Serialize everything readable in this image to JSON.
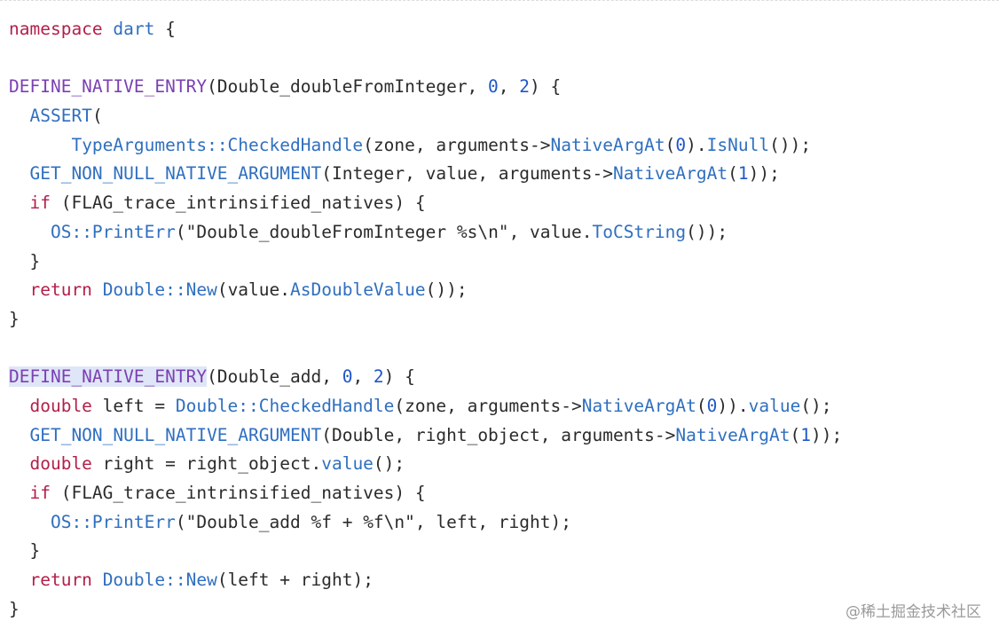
{
  "watermark": "@稀土掘金技术社区",
  "selected_line": 12,
  "colors": {
    "keyword": "#b3204a",
    "function": "#2f6fbf",
    "macro": "#7b3fb3",
    "number": "#1f57c8",
    "plain": "#2b2b2b",
    "selection": "#dfe6f7"
  },
  "code_lines": [
    [
      [
        "kw",
        "namespace"
      ],
      [
        "pl",
        " "
      ],
      [
        "fn",
        "dart"
      ],
      [
        "pl",
        " {"
      ]
    ],
    [],
    [
      [
        "mac",
        "DEFINE_NATIVE_ENTRY"
      ],
      [
        "pl",
        "(Double_doubleFromInteger, "
      ],
      [
        "num",
        "0"
      ],
      [
        "pl",
        ", "
      ],
      [
        "num",
        "2"
      ],
      [
        "pl",
        ") {"
      ]
    ],
    [
      [
        "pl",
        "  "
      ],
      [
        "fn",
        "ASSERT"
      ],
      [
        "pl",
        "("
      ]
    ],
    [
      [
        "pl",
        "      "
      ],
      [
        "fn",
        "TypeArguments::CheckedHandle"
      ],
      [
        "pl",
        "(zone, arguments->"
      ],
      [
        "fn",
        "NativeArgAt"
      ],
      [
        "pl",
        "("
      ],
      [
        "num",
        "0"
      ],
      [
        "pl",
        ")."
      ],
      [
        "fn",
        "IsNull"
      ],
      [
        "pl",
        "());"
      ]
    ],
    [
      [
        "pl",
        "  "
      ],
      [
        "fn",
        "GET_NON_NULL_NATIVE_ARGUMENT"
      ],
      [
        "pl",
        "(Integer, value, arguments->"
      ],
      [
        "fn",
        "NativeArgAt"
      ],
      [
        "pl",
        "("
      ],
      [
        "num",
        "1"
      ],
      [
        "pl",
        "));"
      ]
    ],
    [
      [
        "pl",
        "  "
      ],
      [
        "kw",
        "if"
      ],
      [
        "pl",
        " (FLAG_trace_intrinsified_natives) {"
      ]
    ],
    [
      [
        "pl",
        "    "
      ],
      [
        "fn",
        "OS::PrintErr"
      ],
      [
        "pl",
        "("
      ],
      [
        "str",
        "\"Double_doubleFromInteger %s\\n\""
      ],
      [
        "pl",
        ", value."
      ],
      [
        "fn",
        "ToCString"
      ],
      [
        "pl",
        "());"
      ]
    ],
    [
      [
        "pl",
        "  }"
      ]
    ],
    [
      [
        "pl",
        "  "
      ],
      [
        "kw",
        "return"
      ],
      [
        "pl",
        " "
      ],
      [
        "fn",
        "Double::New"
      ],
      [
        "pl",
        "(value."
      ],
      [
        "fn",
        "AsDoubleValue"
      ],
      [
        "pl",
        "());"
      ]
    ],
    [
      [
        "pl",
        "}"
      ]
    ],
    [],
    [
      [
        "mac",
        "DEFINE_NATIVE_ENTRY"
      ],
      [
        "pl",
        "(Double_add, "
      ],
      [
        "num",
        "0"
      ],
      [
        "pl",
        ", "
      ],
      [
        "num",
        "2"
      ],
      [
        "pl",
        ") {"
      ]
    ],
    [
      [
        "pl",
        "  "
      ],
      [
        "kw",
        "double"
      ],
      [
        "pl",
        " left = "
      ],
      [
        "fn",
        "Double::CheckedHandle"
      ],
      [
        "pl",
        "(zone, arguments->"
      ],
      [
        "fn",
        "NativeArgAt"
      ],
      [
        "pl",
        "("
      ],
      [
        "num",
        "0"
      ],
      [
        "pl",
        "))."
      ],
      [
        "fn",
        "value"
      ],
      [
        "pl",
        "();"
      ]
    ],
    [
      [
        "pl",
        "  "
      ],
      [
        "fn",
        "GET_NON_NULL_NATIVE_ARGUMENT"
      ],
      [
        "pl",
        "(Double, right_object, arguments->"
      ],
      [
        "fn",
        "NativeArgAt"
      ],
      [
        "pl",
        "("
      ],
      [
        "num",
        "1"
      ],
      [
        "pl",
        "));"
      ]
    ],
    [
      [
        "pl",
        "  "
      ],
      [
        "kw",
        "double"
      ],
      [
        "pl",
        " right = right_object."
      ],
      [
        "fn",
        "value"
      ],
      [
        "pl",
        "();"
      ]
    ],
    [
      [
        "pl",
        "  "
      ],
      [
        "kw",
        "if"
      ],
      [
        "pl",
        " (FLAG_trace_intrinsified_natives) {"
      ]
    ],
    [
      [
        "pl",
        "    "
      ],
      [
        "fn",
        "OS::PrintErr"
      ],
      [
        "pl",
        "("
      ],
      [
        "str",
        "\"Double_add %f + %f\\n\""
      ],
      [
        "pl",
        ", left, right);"
      ]
    ],
    [
      [
        "pl",
        "  }"
      ]
    ],
    [
      [
        "pl",
        "  "
      ],
      [
        "kw",
        "return"
      ],
      [
        "pl",
        " "
      ],
      [
        "fn",
        "Double::New"
      ],
      [
        "pl",
        "(left + right);"
      ]
    ],
    [
      [
        "pl",
        "}"
      ]
    ]
  ]
}
